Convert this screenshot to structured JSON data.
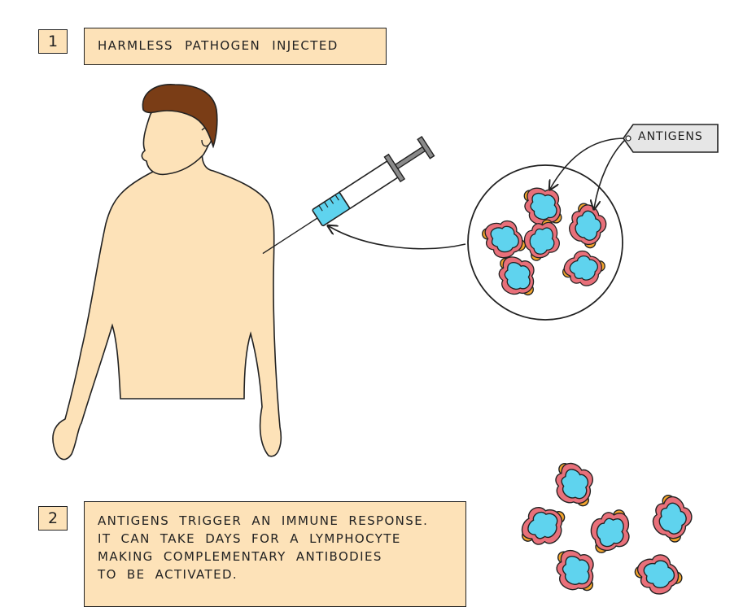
{
  "step1": {
    "number": "1",
    "caption": "HARMLESS PATHOGEN INJECTED"
  },
  "label": {
    "antigens": "ANTIGENS"
  },
  "step2": {
    "number": "2",
    "lines": [
      "ANTIGENS TRIGGER AN IMMUNE RESPONSE.",
      "IT CAN TAKE DAYS FOR A LYMPHOCYTE",
      "MAKING COMPLEMENTARY ANTIBODIES",
      "TO BE ACTIVATED."
    ]
  },
  "colors": {
    "skin": "#fde2b8",
    "hair": "#7a3d16",
    "pathogen": "#5fd3ee",
    "pathogen_outline": "#e8707a",
    "antigen": "#f4a52c",
    "syringe_barrel": "#5fd3ee",
    "plunger": "#8a8a8a",
    "tag_fill": "#e6e6e6"
  }
}
